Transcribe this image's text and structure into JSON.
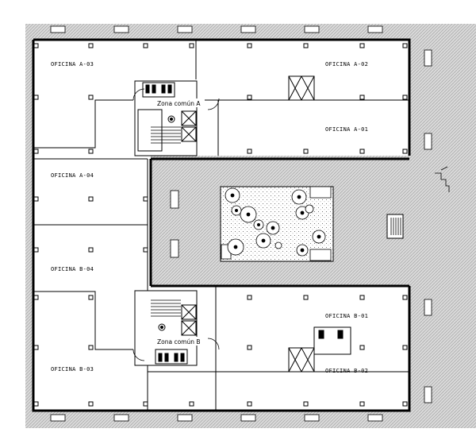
{
  "plan": {
    "rooms": {
      "a03": "OFICINA A-03",
      "a02": "OFICINA A-02",
      "a01": "OFICINA A-01",
      "a04": "OFICINA A-04",
      "b04": "OFICINA B-04",
      "b01": "OFICINA B-01",
      "b02": "OFICINA B-02",
      "b03": "OFICINA B-03"
    },
    "zones": {
      "common_a": "Zona común A",
      "common_b": "Zona común B"
    },
    "colors": {
      "hatch": "#bdbdbd",
      "wall": "#000000",
      "paper": "#ffffff"
    }
  }
}
